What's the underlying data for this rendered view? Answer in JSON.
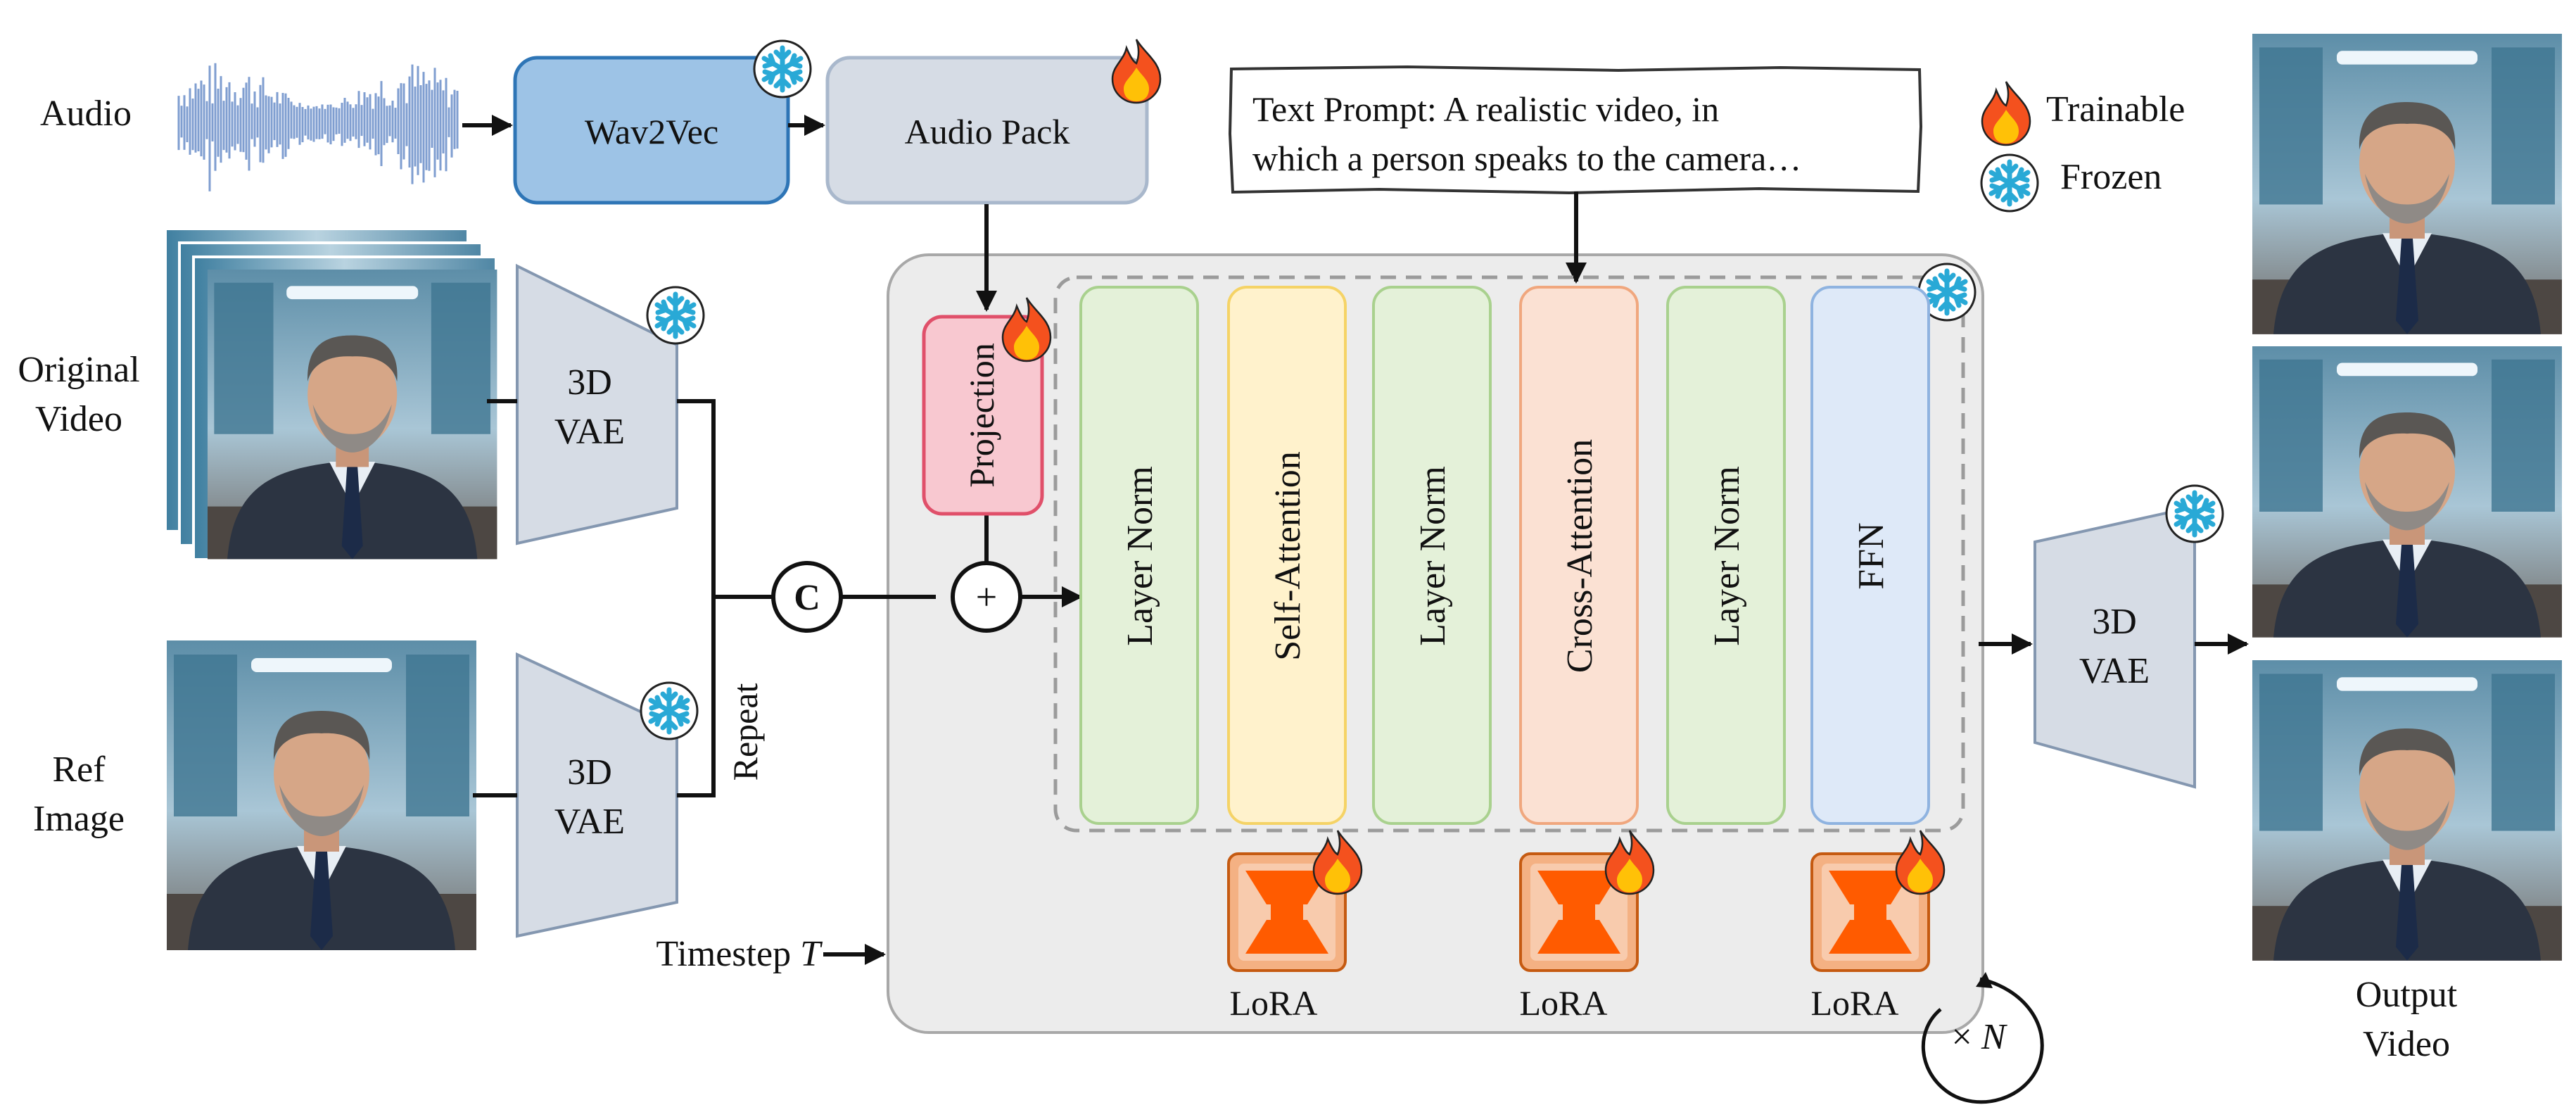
{
  "inputs": {
    "audio": "Audio",
    "original_video": [
      "Original",
      "Video"
    ],
    "ref_image": [
      "Ref",
      "Image"
    ],
    "timestep": "Timestep",
    "timestep_symbol": "T"
  },
  "modules": {
    "wav2vec": "Wav2Vec",
    "audio_pack": "Audio Pack",
    "vae": [
      "3D",
      "VAE"
    ],
    "repeat": "Repeat",
    "concat_symbol": "C",
    "add_symbol": "+",
    "projection": "Projection",
    "lora": "LoRA",
    "repeat_n_prefix": "×",
    "repeat_n_var": "N"
  },
  "text_prompt": {
    "line1": "Text Prompt: A realistic video, in",
    "line2": "which a person speaks to the camera…"
  },
  "transformer_layers": [
    {
      "label": "Layer Norm",
      "fill": "#e4f1d9",
      "stroke": "#a9d18e"
    },
    {
      "label": "Self-Attention",
      "fill": "#fff2cc",
      "stroke": "#f5d366"
    },
    {
      "label": "Layer Norm",
      "fill": "#e4f1d9",
      "stroke": "#a9d18e"
    },
    {
      "label": "Cross-Attention",
      "fill": "#fbe1d3",
      "stroke": "#f0a77e"
    },
    {
      "label": "Layer Norm",
      "fill": "#e4f1d9",
      "stroke": "#a9d18e"
    },
    {
      "label": "FFN",
      "fill": "#dee9f8",
      "stroke": "#8fb3e0"
    }
  ],
  "legend": {
    "trainable": "Trainable",
    "frozen": "Frozen"
  },
  "output": [
    "Output",
    "Video"
  ],
  "colors": {
    "wav2vec_fill": "#9dc3e6",
    "wav2vec_stroke": "#2e75b6",
    "box_fill": "#d6dce5",
    "box_stroke": "#a9b8cc",
    "projection_fill": "#f8c8d0",
    "projection_stroke": "#e0506a",
    "lora_fill": "#f4b183",
    "lora_stroke": "#c55a11",
    "lora_core": "#ff5b00",
    "panel_fill": "#ececec",
    "snowflake": "#29a9d6",
    "flame_outer": "#f4511e",
    "flame_inner": "#ffc107"
  }
}
